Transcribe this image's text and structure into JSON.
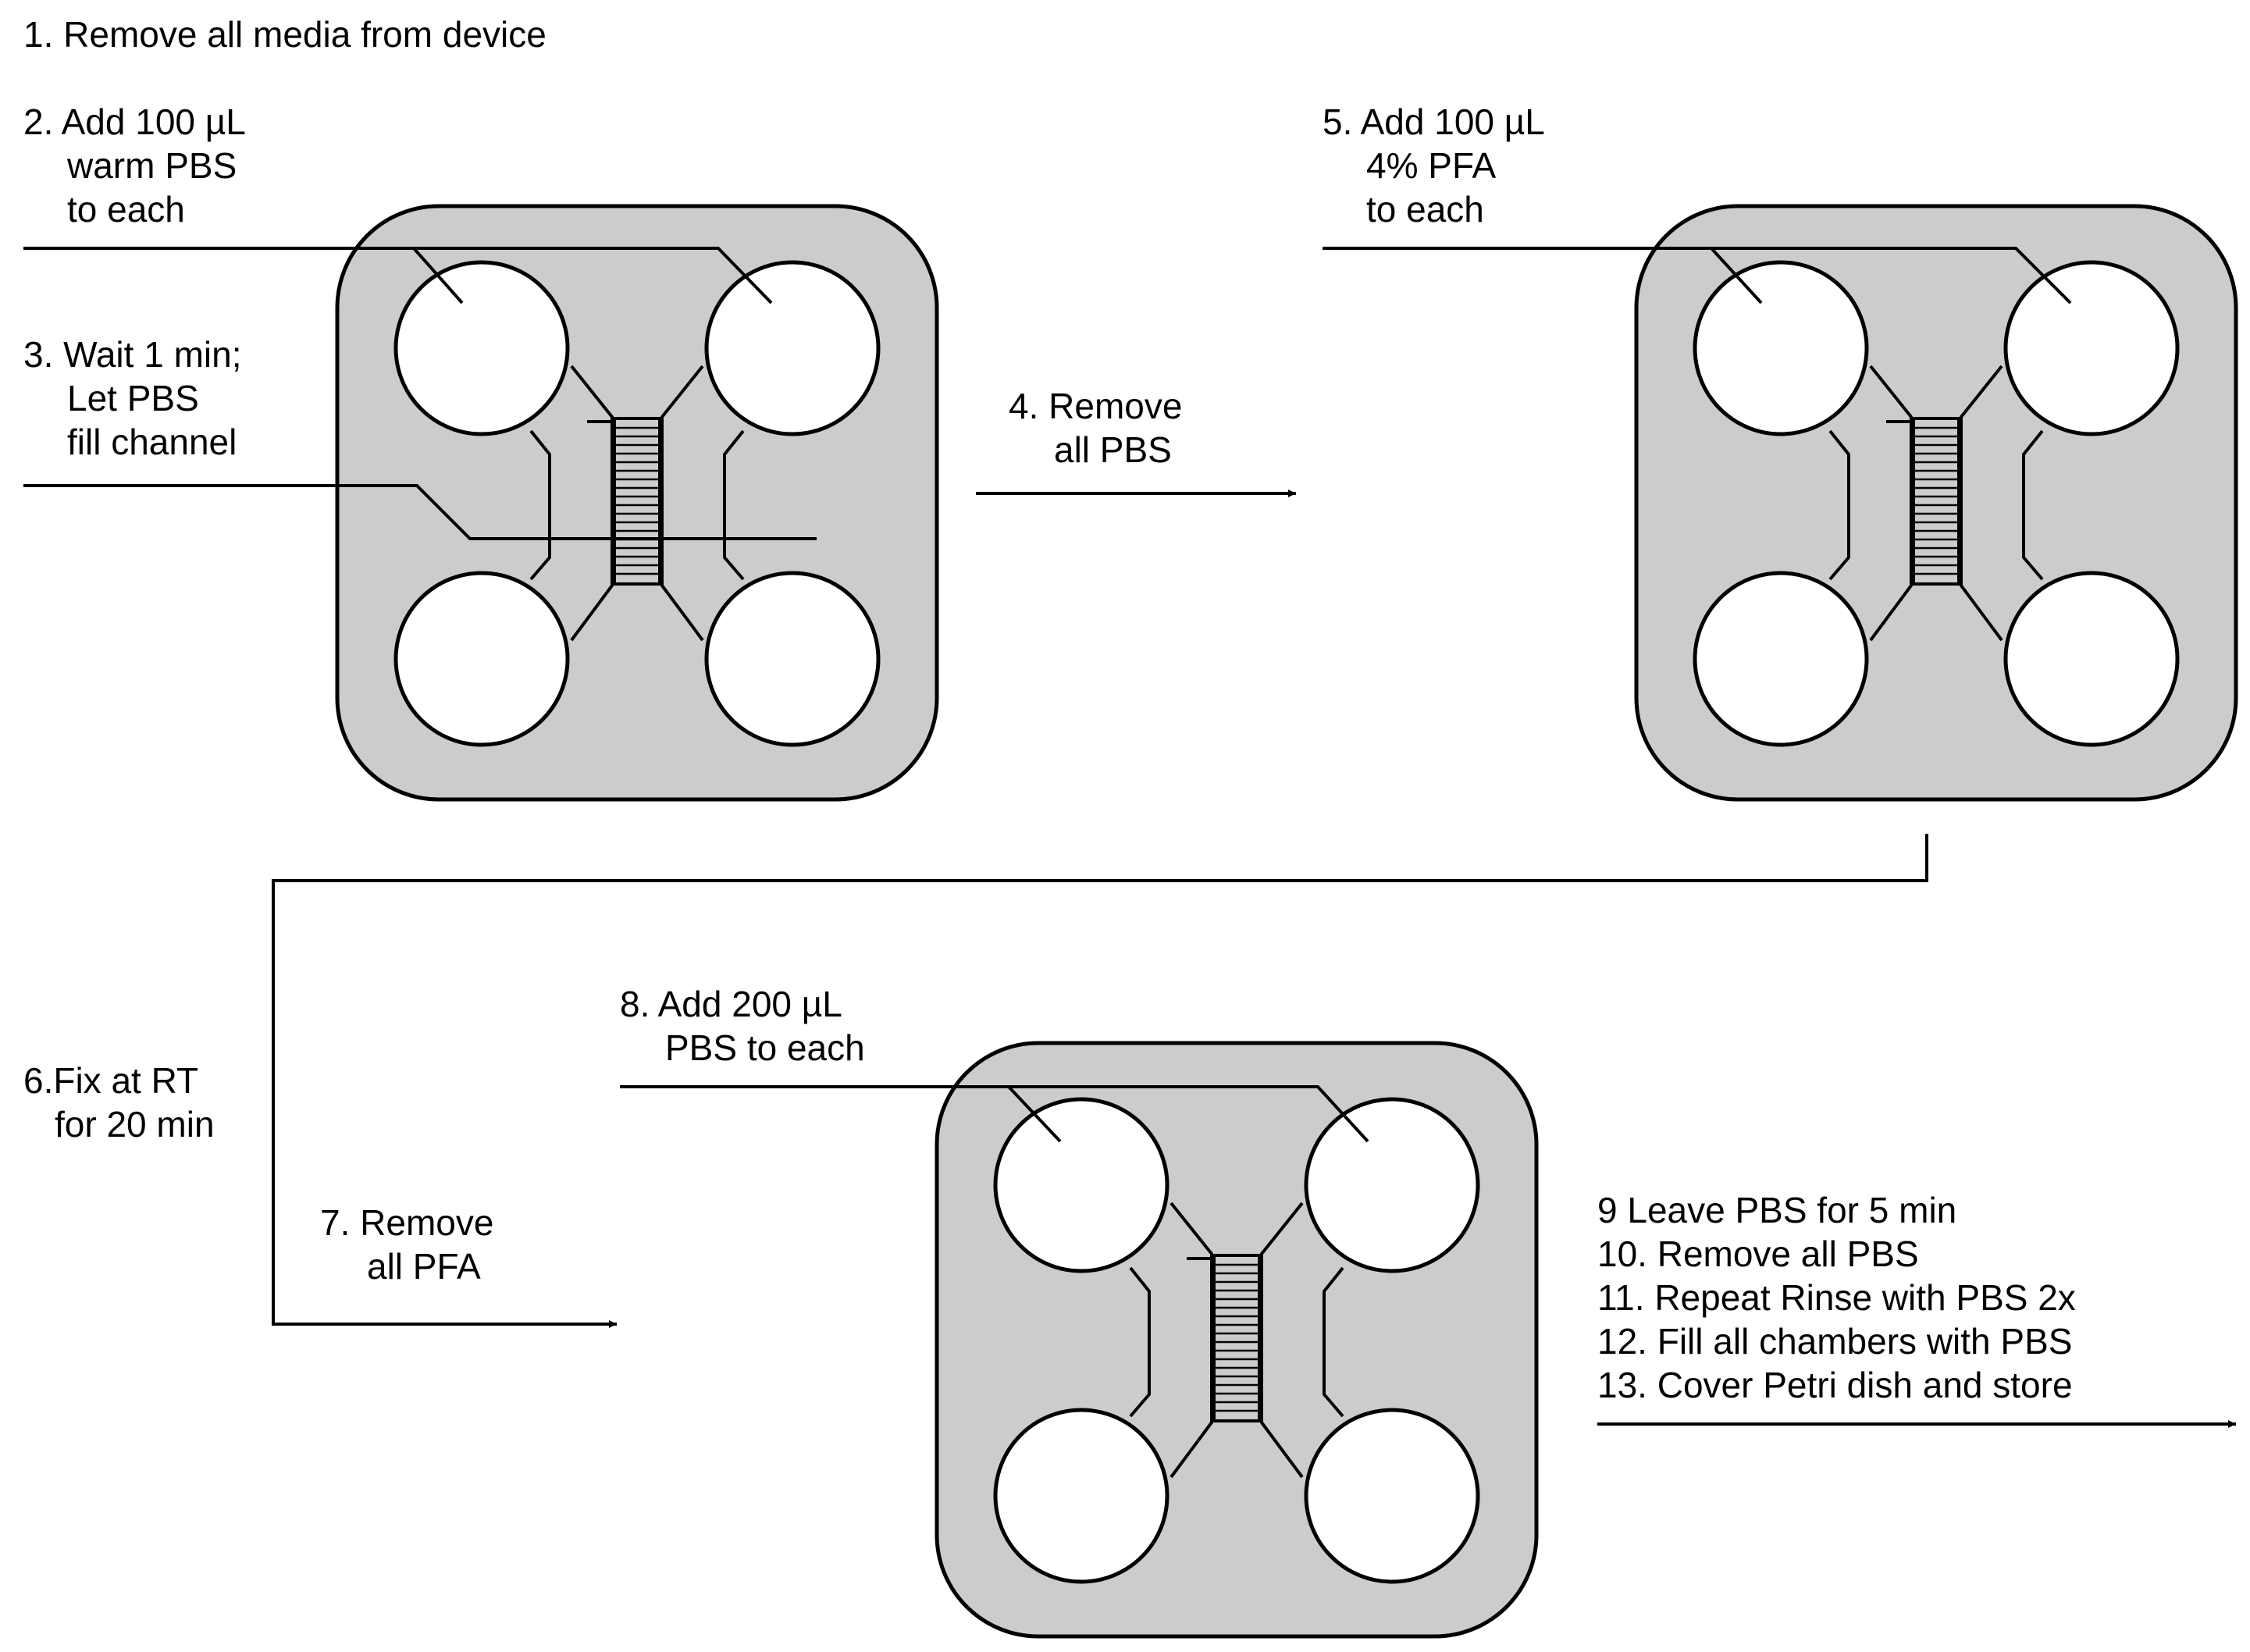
{
  "steps": {
    "s1": [
      "1. Remove all media from device"
    ],
    "s2": [
      "2. Add 100 µL",
      "warm PBS",
      "to each"
    ],
    "s3": [
      "3. Wait 1 min;",
      "Let PBS",
      "fill channel"
    ],
    "s4": [
      "4. Remove",
      "all PBS"
    ],
    "s5": [
      "5. Add 100 µL",
      "4% PFA",
      "to each"
    ],
    "s6": [
      "6.Fix at RT",
      "for 20 min"
    ],
    "s7": [
      "7. Remove",
      "all PFA"
    ],
    "s8": [
      "8. Add 200 µL",
      "PBS to each"
    ],
    "s9_13": [
      "9   Leave PBS for 5 min",
      "10. Remove all PBS",
      "11. Repeat Rinse with PBS 2x",
      "12. Fill all chambers with PBS",
      "13. Cover Petri dish and store"
    ]
  },
  "colors": {
    "device_fill": "#cccccc",
    "stroke": "#000000",
    "background": "#ffffff"
  }
}
